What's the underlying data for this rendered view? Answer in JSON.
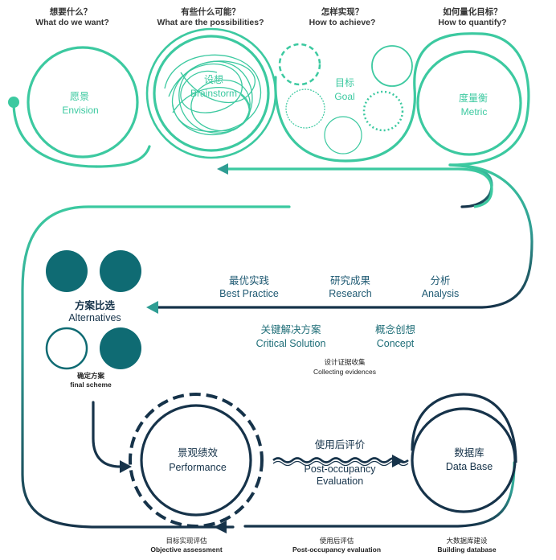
{
  "headers": {
    "want": {
      "zh": "想要什么？",
      "en": "What do we want?"
    },
    "possibilities": {
      "zh": "有些什么可能？",
      "en": "What are the possibilities?"
    },
    "achieve": {
      "zh": "怎样实现？",
      "en": "How to achieve?"
    },
    "quantify": {
      "zh": "如何量化目标？",
      "en": "How to quantify?"
    }
  },
  "circles": {
    "envision": {
      "zh": "愿景",
      "en": "Envision"
    },
    "brainstorm": {
      "zh": "设想",
      "en": "Brainstorm"
    },
    "goal": {
      "zh": "目标",
      "en": "Goal"
    },
    "metric": {
      "zh": "度量衡",
      "en": "Metric"
    }
  },
  "middle": {
    "best_practice": {
      "zh": "最优实践",
      "en": "Best Practice"
    },
    "research": {
      "zh": "研究成果",
      "en": "Research"
    },
    "analysis": {
      "zh": "分析",
      "en": "Analysis"
    },
    "alternatives": {
      "zh": "方案比选",
      "en": "Alternatives"
    },
    "critical_solution": {
      "zh": "关键解决方案",
      "en": "Critical Solution"
    },
    "concept": {
      "zh": "概念创想",
      "en": "Concept"
    },
    "collecting": {
      "zh": "设计证据收集",
      "en": "Collecting evidences"
    },
    "final_scheme": {
      "zh": "确定方案",
      "en": "final scheme"
    }
  },
  "bottom": {
    "performance": {
      "zh": "景观绩效",
      "en": "Performance"
    },
    "poe": {
      "zh": "使用后评价",
      "en1": "Post-occupancy",
      "en2": "Evaluation"
    },
    "database": {
      "zh": "数据库",
      "en": "Data Base"
    },
    "objective": {
      "zh": "目标实现评估",
      "en": "Objective assessment"
    },
    "poe_eval": {
      "zh": "使用后评估",
      "en": "Post-occupancy evaluation"
    },
    "building_db": {
      "zh": "大数据库建设",
      "en": "Building database"
    }
  },
  "colors": {
    "teal_light": "#3cc9a0",
    "teal_dark": "#0f6b73",
    "navy": "#16334a"
  }
}
